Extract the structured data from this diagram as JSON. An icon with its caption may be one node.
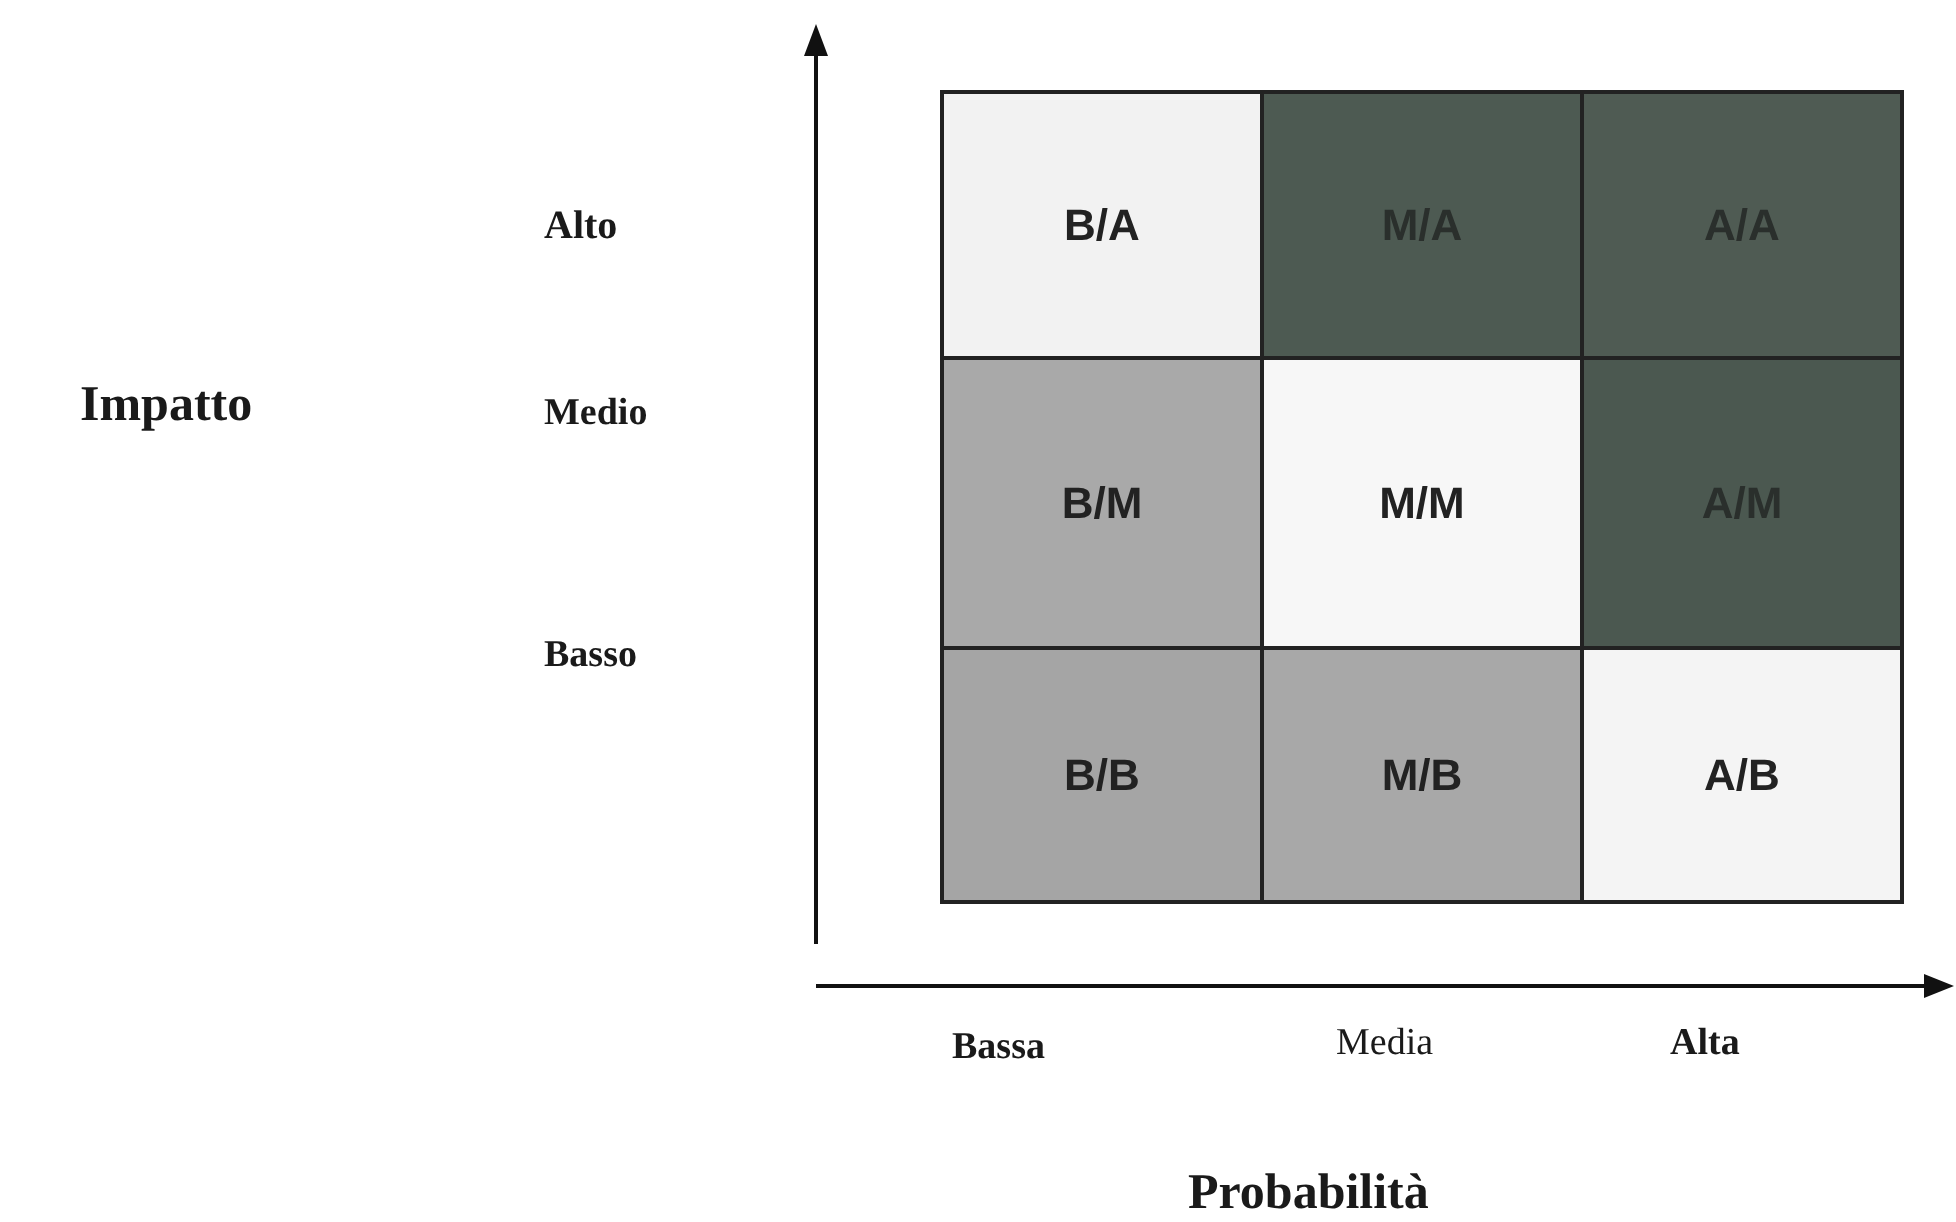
{
  "diagram": {
    "nodes": [
      {
        "text": [
          "B/A"
        ]
      },
      {
        "text": [
          "M/A"
        ]
      },
      {
        "text": [
          "A/A"
        ]
      },
      {
        "text": [
          "B/M"
        ]
      },
      {
        "text": [
          "M/M"
        ]
      },
      {
        "text": [
          "A/M"
        ]
      },
      {
        "text": [
          "B/B"
        ]
      },
      {
        "text": [
          "M/B"
        ]
      },
      {
        "text": [
          "A/B"
        ]
      }
    ],
    "labels": [
      "Alto",
      "Impatto",
      "Medio",
      "Basso",
      "Bassa",
      "Media",
      "Alta",
      "Probabilità"
    ]
  }
}
